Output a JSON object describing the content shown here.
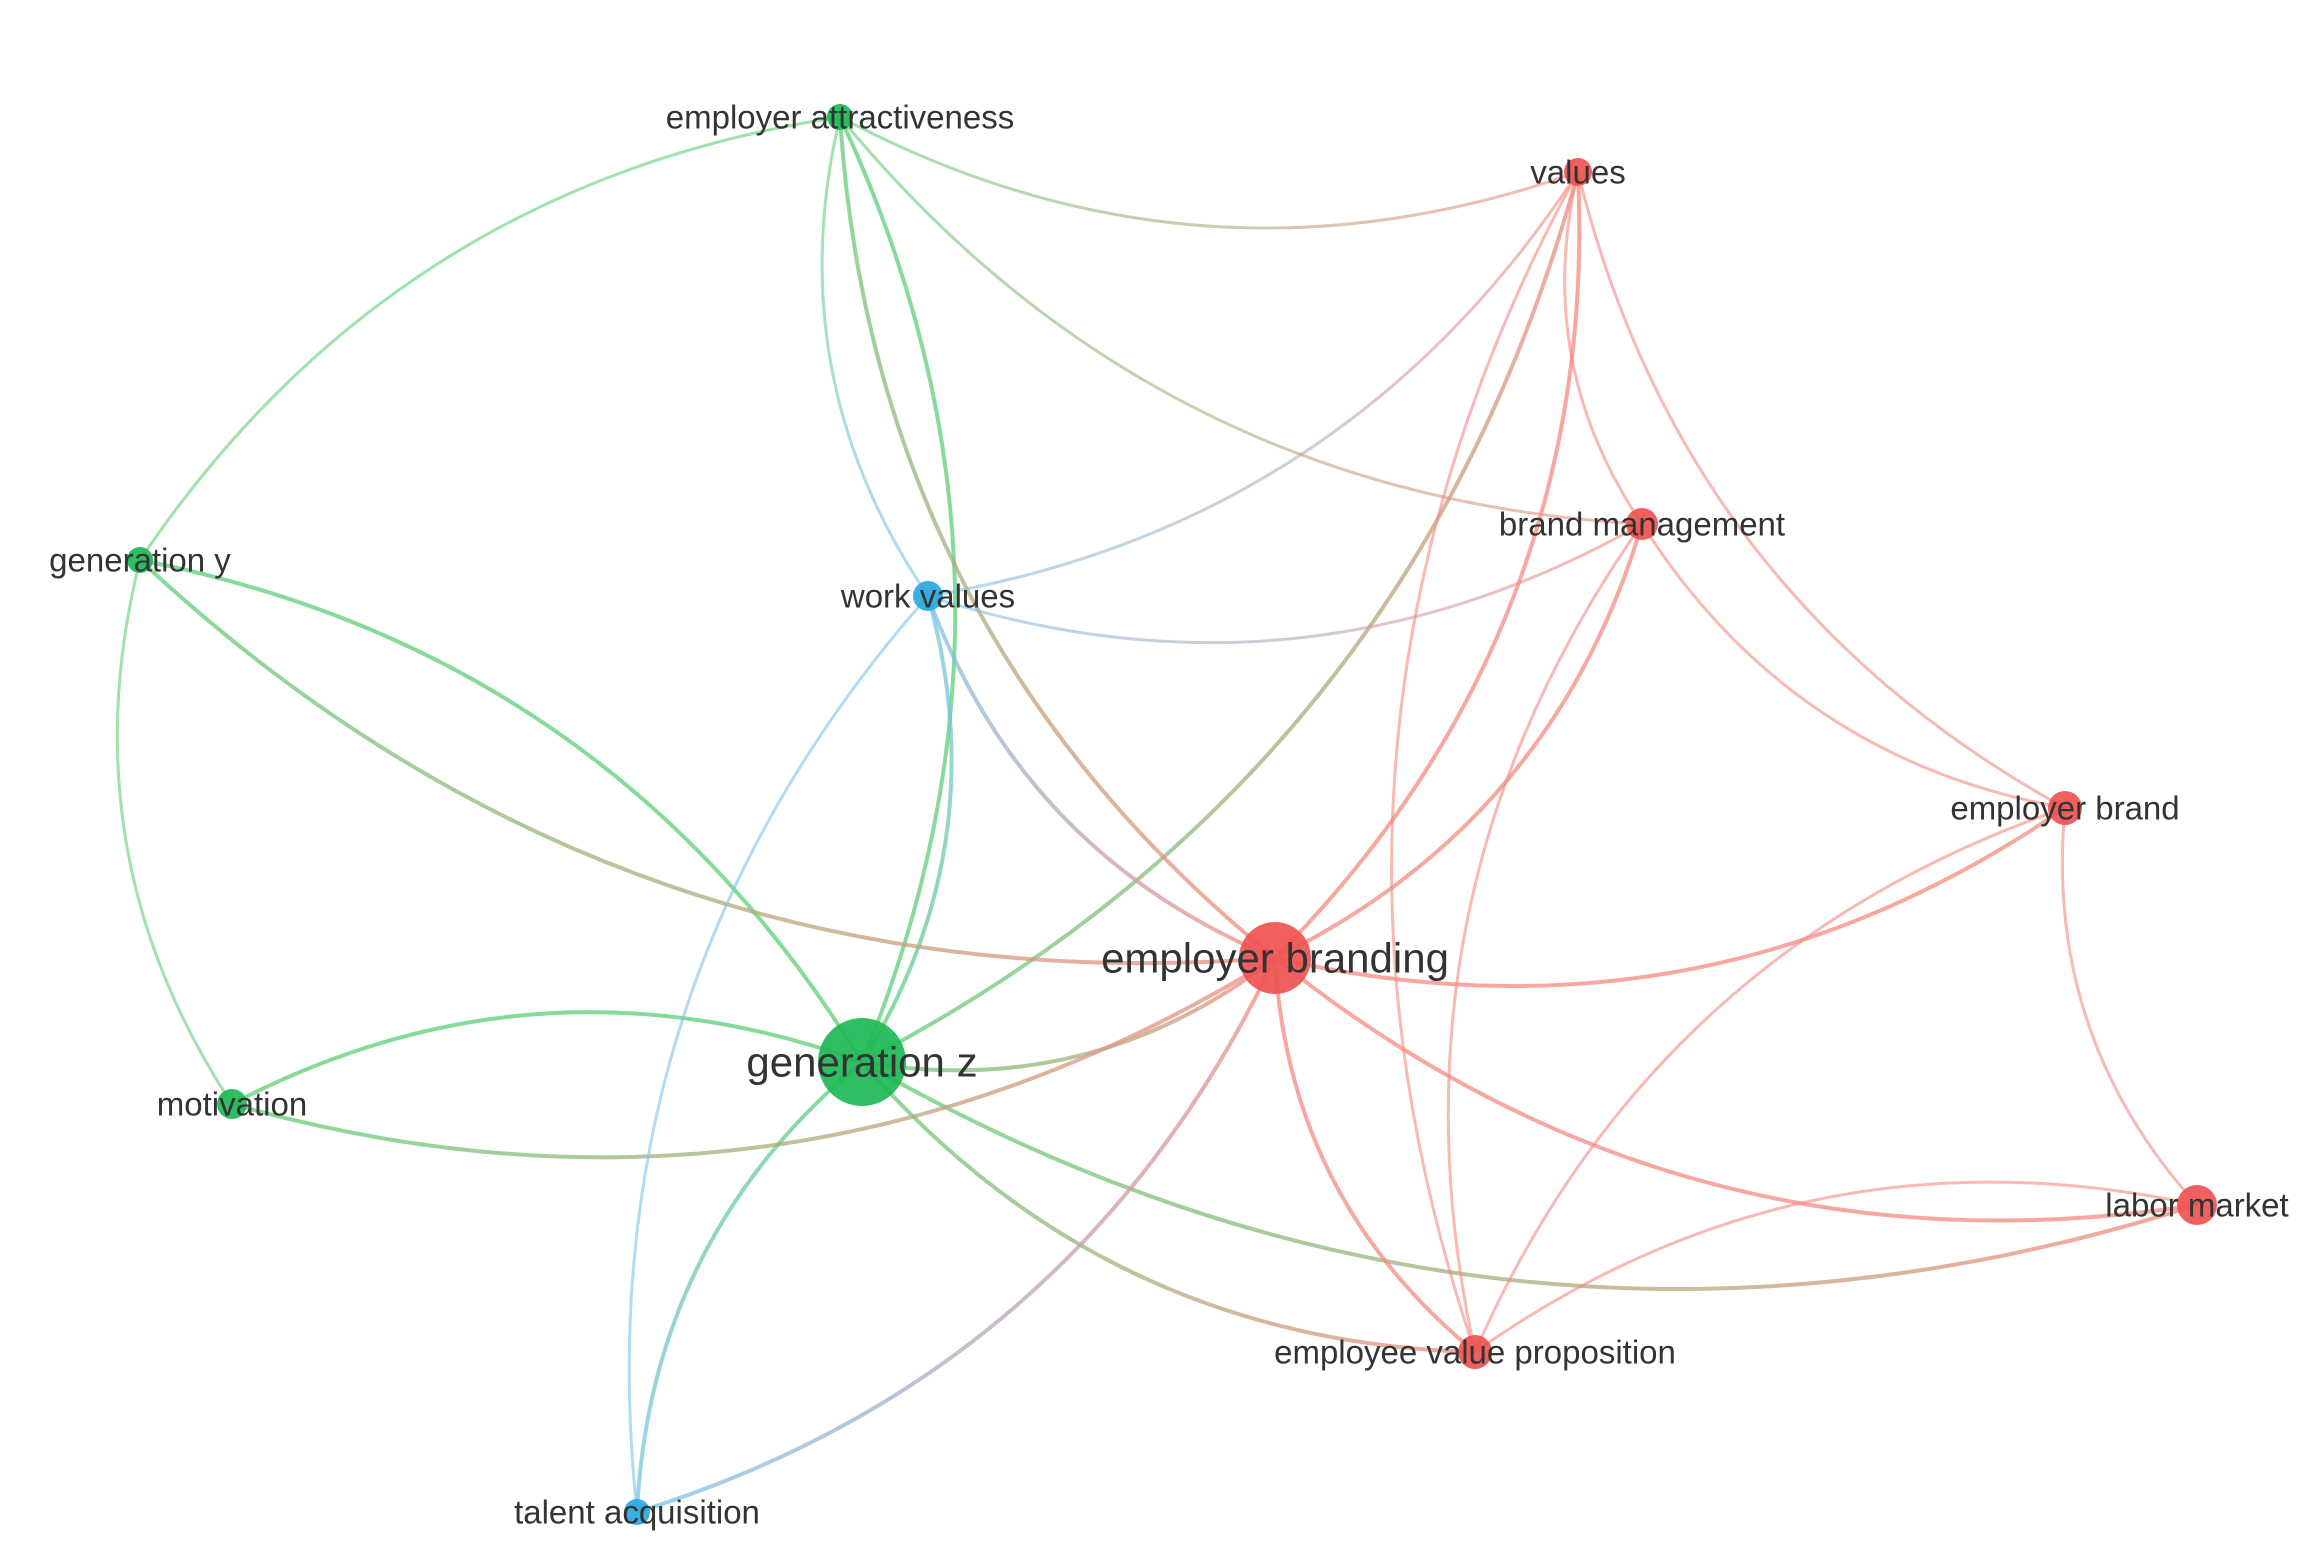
{
  "colors": {
    "red_cluster": "#ef5350",
    "green_cluster": "#1db954",
    "blue_cluster": "#29a8e0",
    "red_link": "#f48a80",
    "green_link": "#5fcf78",
    "blue_link": "#7cc3ea",
    "label": "#333333"
  },
  "network": {
    "nodes": [
      {
        "id": "generation_z",
        "label": "generation z",
        "cluster": "green",
        "weight": 5
      },
      {
        "id": "employer_branding",
        "label": "employer branding",
        "cluster": "red",
        "weight": 4
      },
      {
        "id": "employer_attractiveness",
        "label": "employer attractiveness",
        "cluster": "green",
        "weight": 1
      },
      {
        "id": "generation_y",
        "label": "generation y",
        "cluster": "green",
        "weight": 1
      },
      {
        "id": "motivation",
        "label": "motivation",
        "cluster": "green",
        "weight": 1
      },
      {
        "id": "work_values",
        "label": "work values",
        "cluster": "blue",
        "weight": 1
      },
      {
        "id": "talent_acquisition",
        "label": "talent acquisition",
        "cluster": "blue",
        "weight": 1
      },
      {
        "id": "values",
        "label": "values",
        "cluster": "red",
        "weight": 1
      },
      {
        "id": "brand_management",
        "label": "brand management",
        "cluster": "red",
        "weight": 1
      },
      {
        "id": "employer_brand",
        "label": "employer brand",
        "cluster": "red",
        "weight": 1
      },
      {
        "id": "labor_market",
        "label": "labor market",
        "cluster": "red",
        "weight": 1
      },
      {
        "id": "employee_value_proposition",
        "label": "employee value proposition",
        "cluster": "red",
        "weight": 1
      }
    ],
    "links": [
      [
        "generation_z",
        "employer_branding"
      ],
      [
        "generation_z",
        "employer_attractiveness"
      ],
      [
        "generation_z",
        "generation_y"
      ],
      [
        "generation_z",
        "motivation"
      ],
      [
        "generation_z",
        "work_values"
      ],
      [
        "generation_z",
        "talent_acquisition"
      ],
      [
        "generation_z",
        "employee_value_proposition"
      ],
      [
        "generation_z",
        "labor_market"
      ],
      [
        "generation_z",
        "values"
      ],
      [
        "employer_attractiveness",
        "generation_y"
      ],
      [
        "employer_attractiveness",
        "work_values"
      ],
      [
        "employer_attractiveness",
        "employer_branding"
      ],
      [
        "employer_attractiveness",
        "values"
      ],
      [
        "employer_attractiveness",
        "brand_management"
      ],
      [
        "generation_y",
        "motivation"
      ],
      [
        "generation_y",
        "employer_branding"
      ],
      [
        "motivation",
        "employer_branding"
      ],
      [
        "work_values",
        "employer_branding"
      ],
      [
        "work_values",
        "talent_acquisition"
      ],
      [
        "work_values",
        "brand_management"
      ],
      [
        "work_values",
        "values"
      ],
      [
        "talent_acquisition",
        "employer_branding"
      ],
      [
        "employer_branding",
        "values"
      ],
      [
        "employer_branding",
        "brand_management"
      ],
      [
        "employer_branding",
        "employer_brand"
      ],
      [
        "employer_branding",
        "labor_market"
      ],
      [
        "employer_branding",
        "employee_value_proposition"
      ],
      [
        "values",
        "brand_management"
      ],
      [
        "values",
        "employer_brand"
      ],
      [
        "values",
        "employee_value_proposition"
      ],
      [
        "brand_management",
        "employer_brand"
      ],
      [
        "brand_management",
        "employee_value_proposition"
      ],
      [
        "employer_brand",
        "labor_market"
      ],
      [
        "employer_brand",
        "employee_value_proposition"
      ],
      [
        "labor_market",
        "employee_value_proposition"
      ]
    ]
  }
}
